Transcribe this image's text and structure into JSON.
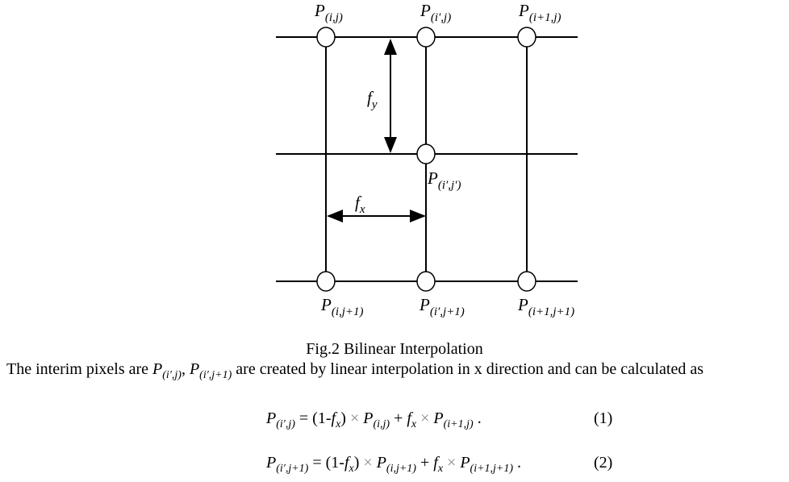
{
  "figure": {
    "labels": {
      "p_ij": {
        "base": "P",
        "sub": "(i,j)"
      },
      "p_ipj": {
        "base": "P",
        "sub": "(i′,j)"
      },
      "p_i1j": {
        "base": "P",
        "sub": "(i+1,j)"
      },
      "p_ipjp": {
        "base": "P",
        "sub": "(i′,j′)"
      },
      "p_ij1": {
        "base": "P",
        "sub": "(i,j+1)"
      },
      "p_ipj1": {
        "base": "P",
        "sub": "(i′,j+1)"
      },
      "p_i1j1": {
        "base": "P",
        "sub": "(i+1,j+1)"
      },
      "fy": {
        "base": "f",
        "sub": "y"
      },
      "fx": {
        "base": "f",
        "sub": "x"
      }
    }
  },
  "caption": "Fig.2 Bilinear Interpolation",
  "paragraph": {
    "pre": "The interim pixels are ",
    "p1": "P",
    "s1": "(i′,j)",
    "comma": ", ",
    "p2": "P",
    "s2": "(i′,j+1)",
    "post": " are created by linear interpolation in x direction and can be calculated as"
  },
  "equations": [
    {
      "lhs_sub": "(i′,j)",
      "t1_sub": "(i,j)",
      "t2_sub": "(i+1,j)",
      "number": "(1)"
    },
    {
      "lhs_sub": "(i′,j+1)",
      "t1_sub": "(i,j+1)",
      "t2_sub": "(i+1,j+1)",
      "number": "(2)"
    }
  ],
  "eq_parts": {
    "P": "P",
    "eq": " = (1-",
    "f": "f",
    "x": "x",
    "close": ") ",
    "times": "×",
    "plus": " + ",
    "end": " ."
  }
}
